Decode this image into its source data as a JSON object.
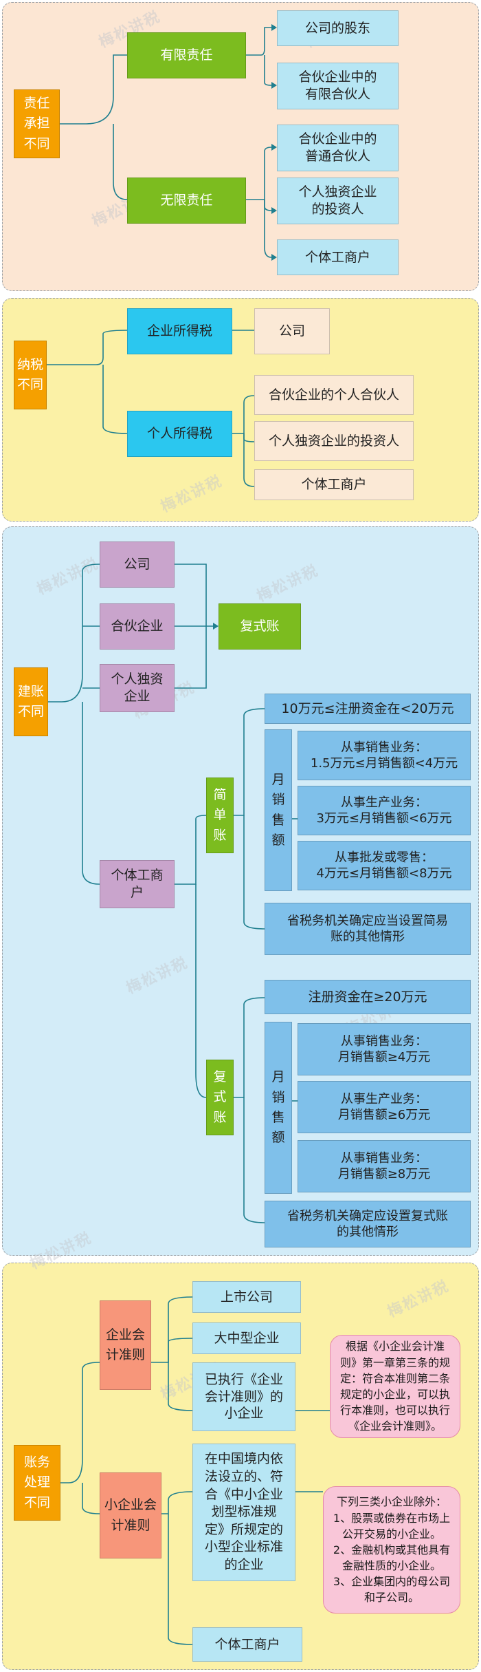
{
  "sec1": {
    "title": "责任\n承担\n不同",
    "limited": "有限责任",
    "unlimited": "无限责任",
    "items": [
      "公司的股东",
      "合伙企业中的\n有限合伙人",
      "合伙企业中的\n普通合伙人",
      "个人独资企业\n的投资人",
      "个体工商户"
    ]
  },
  "sec2": {
    "title": "纳税\n不同",
    "cit": "企业所得税",
    "pit": "个人所得税",
    "items": [
      "公司",
      "合伙企业的个人合伙人",
      "个人独资企业的投资人",
      "个体工商户"
    ]
  },
  "sec3": {
    "title": "建账\n不同",
    "company": "公司",
    "partnership": "合伙企业",
    "sole": "个人独资\n企业",
    "double_entry": "复式账",
    "individual": "个体工商\n户",
    "simple": "简\n单\n账",
    "complex": "复\n式\n账",
    "monthly_sales": "月\n销\n售\n额",
    "simple_items": [
      "10万元≤注册资金在<20万元",
      "从事销售业务：\n1.5万元≤月销售额<4万元",
      "从事生产业务：\n3万元≤月销售额<6万元",
      "从事批发或零售：\n4万元≤月销售额<8万元",
      "省税务机关确定应当设置简易\n账的其他情形"
    ],
    "complex_items": [
      "注册资金在≥20万元",
      "从事销售业务：\n月销售额≥4万元",
      "从事生产业务：\n月销售额≥6万元",
      "从事销售业务：\n月销售额≥8万元",
      "省税务机关确定应设置复式账\n的其他情形"
    ]
  },
  "sec4": {
    "title": "账务\n处理\n不同",
    "ent_std": "企业会\n计准则",
    "small_std": "小企业会\n计准则",
    "ent_items": [
      "上市公司",
      "大中型企业",
      "已执行《企业\n会计准则》的\n小企业"
    ],
    "small_items": [
      "在中国境内依\n法设立的、符\n合《中小企业\n划型标准规\n定》所规定的\n小型企业标准\n的企业",
      "个体工商户"
    ],
    "note1": "根据《小企业会计准则》第一章第三条的规定：符合本准则第二条规定的小企业，可以执行本准则，也可以执行《企业会计准则》。",
    "note2": "下列三类小企业除外：\n1、股票或债券在市场上公开交易的小企业。\n2、金融机构或其他具有金融性质的小企业。\n3、企业集团内的母公司和子公司。"
  },
  "watermark": "梅松讲税",
  "colors": {
    "panel1_bg": "#fce6d3",
    "panel2_bg": "#fbf1a6",
    "panel3_bg": "#d3ecf8",
    "panel4_bg": "#fbf1a6",
    "connector": "#1f7f8f"
  }
}
